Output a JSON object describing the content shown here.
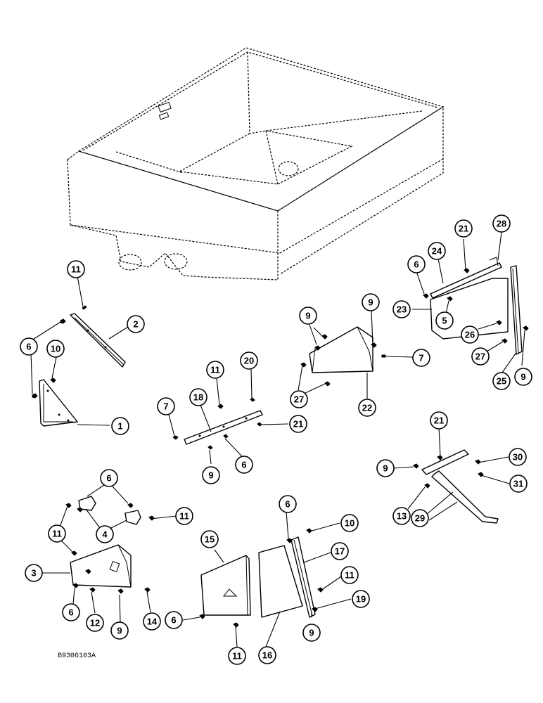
{
  "drawing_code": "B9306103A",
  "callouts": [
    "1",
    "2",
    "3",
    "4",
    "5",
    "6",
    "7",
    "9",
    "10",
    "11",
    "12",
    "13",
    "14",
    "15",
    "16",
    "17",
    "18",
    "19",
    "20",
    "21",
    "22",
    "23",
    "24",
    "25",
    "26",
    "27",
    "28",
    "29",
    "30",
    "31"
  ]
}
